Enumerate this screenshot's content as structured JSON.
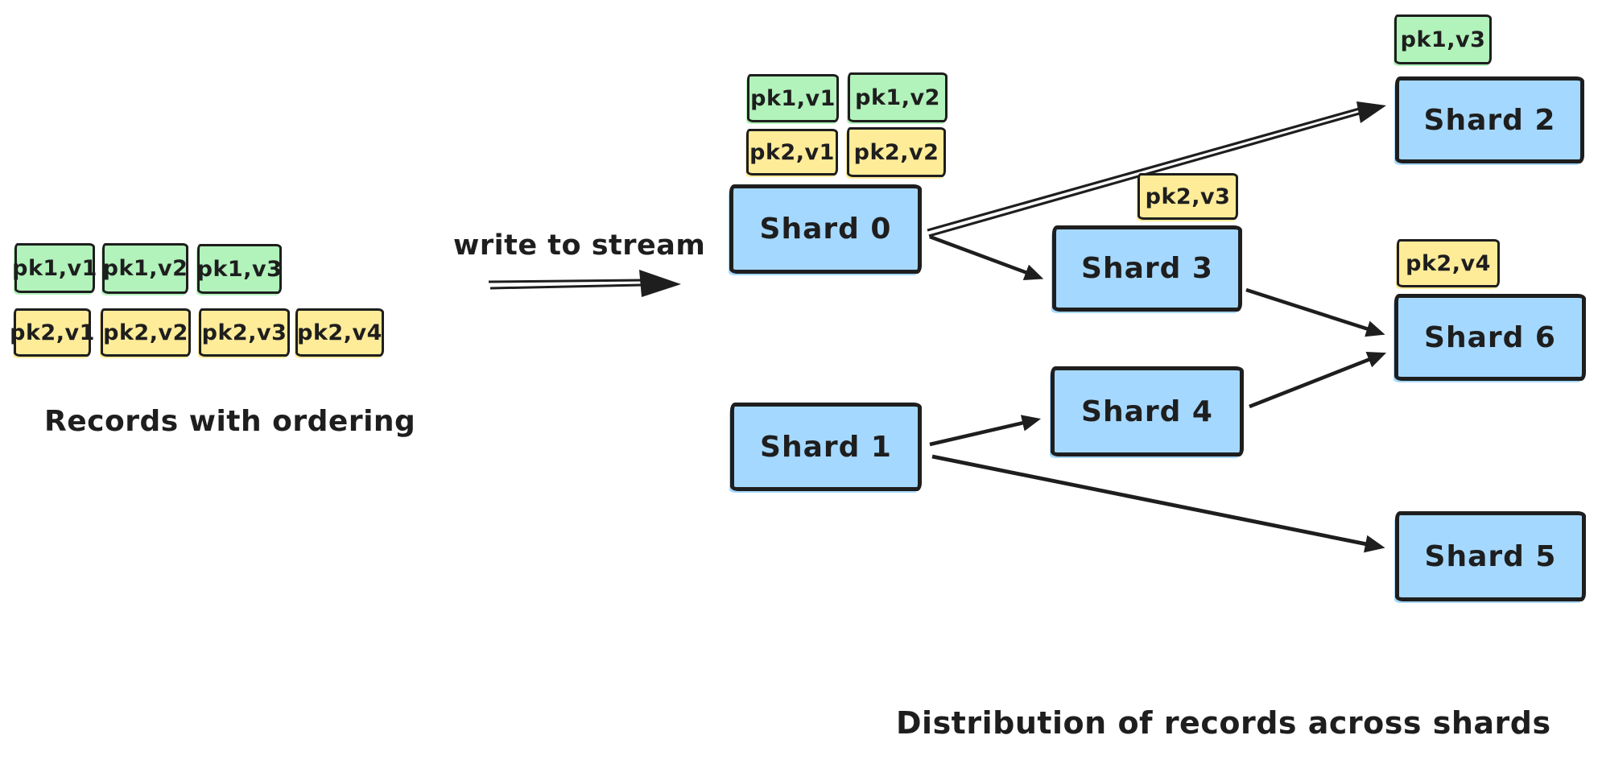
{
  "diagram": {
    "title_left": "Records with ordering",
    "title_right": "Distribution of records across shards",
    "stream_arrow_label": "write to stream"
  },
  "palette": {
    "record_green": "#b2f2bb",
    "record_yellow": "#ffec99",
    "shard_blue": "#a5d8ff",
    "stroke": "#1e1e1e",
    "background": "#ffffff"
  },
  "source_records": {
    "pk1": [
      "pk1,v1",
      "pk1,v2",
      "pk1,v3"
    ],
    "pk2": [
      "pk2,v1",
      "pk2,v2",
      "pk2,v3",
      "pk2,v4"
    ]
  },
  "shards": {
    "shard0": {
      "label": "Shard 0",
      "records_green": [
        "pk1,v1",
        "pk1,v2"
      ],
      "records_yellow": [
        "pk2,v1",
        "pk2,v2"
      ]
    },
    "shard1": {
      "label": "Shard 1"
    },
    "shard2": {
      "label": "Shard 2",
      "record": "pk1,v3"
    },
    "shard3": {
      "label": "Shard 3",
      "record": "pk2,v3"
    },
    "shard4": {
      "label": "Shard 4"
    },
    "shard5": {
      "label": "Shard 5"
    },
    "shard6": {
      "label": "Shard 6",
      "record": "pk2,v4"
    }
  },
  "edges": [
    {
      "from": "Shard 0",
      "to": "Shard 2"
    },
    {
      "from": "Shard 0",
      "to": "Shard 3"
    },
    {
      "from": "Shard 3",
      "to": "Shard 6"
    },
    {
      "from": "Shard 4",
      "to": "Shard 6"
    },
    {
      "from": "Shard 1",
      "to": "Shard 4"
    },
    {
      "from": "Shard 1",
      "to": "Shard 5"
    }
  ]
}
